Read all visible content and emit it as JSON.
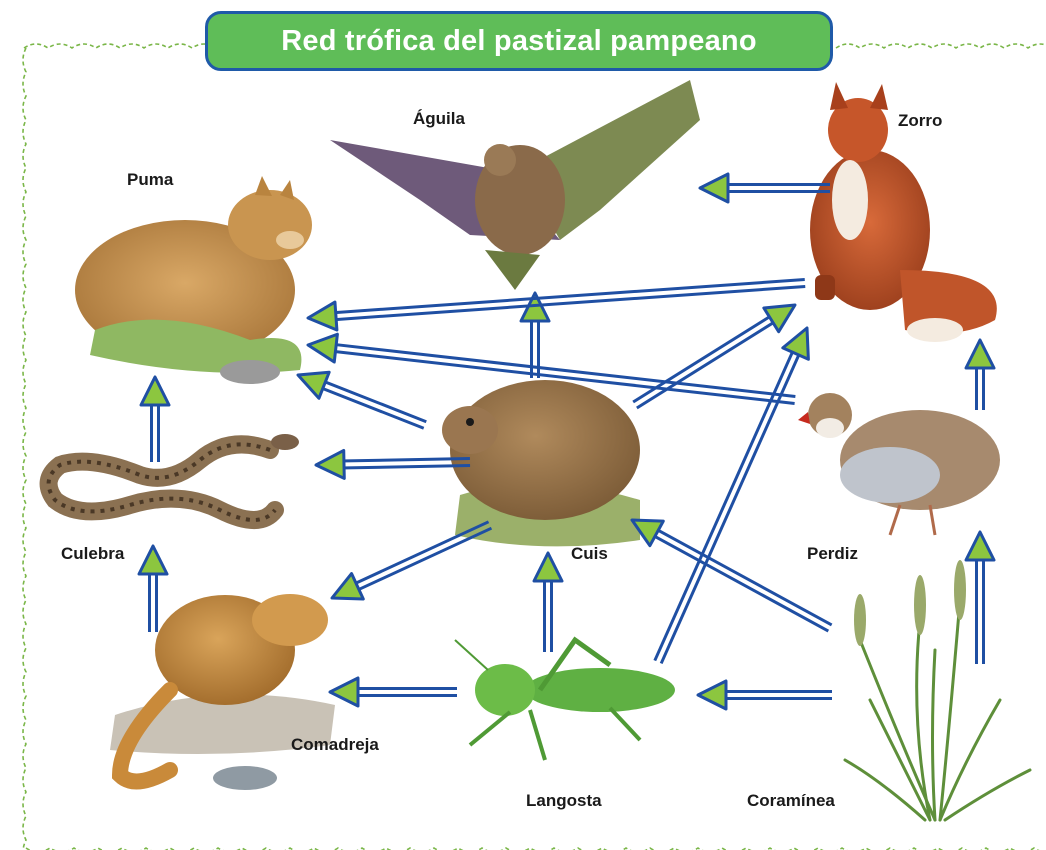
{
  "title": "Red trófica del pastizal pampeano",
  "organisms": {
    "aguila": "Águila",
    "zorro": "Zorro",
    "puma": "Puma",
    "culebra": "Culebra",
    "cuis": "Cuis",
    "perdiz": "Perdiz",
    "comadreja": "Comadreja",
    "langosta": "Langosta",
    "graminea": "Coramínea"
  },
  "colors": {
    "arrow_line": "#1f4fa3",
    "arrow_head": "#8cc63f",
    "banner_fill": "#5fbd58",
    "banner_border": "#1f5aa8",
    "frame": "#7ab648"
  },
  "links": [
    {
      "from": "Zorro",
      "to": "Águila"
    },
    {
      "from": "Cuis",
      "to": "Águila"
    },
    {
      "from": "Zorro",
      "to": "Puma"
    },
    {
      "from": "Perdiz",
      "to": "Puma"
    },
    {
      "from": "Cuis",
      "to": "Puma"
    },
    {
      "from": "Culebra",
      "to": "Puma"
    },
    {
      "from": "Cuis",
      "to": "Culebra"
    },
    {
      "from": "Comadreja",
      "to": "Culebra"
    },
    {
      "from": "Cuis",
      "to": "Zorro"
    },
    {
      "from": "Langosta",
      "to": "Zorro"
    },
    {
      "from": "Perdiz",
      "to": "Zorro"
    },
    {
      "from": "Cuis",
      "to": "Comadreja"
    },
    {
      "from": "Langosta",
      "to": "Comadreja"
    },
    {
      "from": "Langosta",
      "to": "Cuis"
    },
    {
      "from": "Coramínea",
      "to": "Cuis"
    },
    {
      "from": "Coramínea",
      "to": "Langosta"
    },
    {
      "from": "Coramínea",
      "to": "Perdiz"
    }
  ]
}
